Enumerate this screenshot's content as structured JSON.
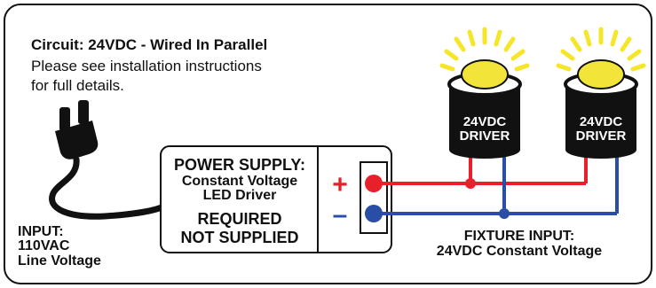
{
  "header": {
    "title": "Circuit: 24VDC - Wired In Parallel",
    "line1": "Please see installation instructions",
    "line2": "for full details."
  },
  "input": {
    "label": "INPUT:",
    "voltage": "110VAC",
    "type": "Line Voltage"
  },
  "power_supply": {
    "title": "POWER SUPPLY:",
    "line1": "Constant Voltage",
    "line2": "LED Driver",
    "req1": "REQUIRED",
    "req2": "NOT SUPPLIED"
  },
  "terminals": {
    "plus": "+",
    "minus": "–"
  },
  "drivers": [
    {
      "line1": "24VDC",
      "line2": "DRIVER"
    },
    {
      "line1": "24VDC",
      "line2": "DRIVER"
    }
  ],
  "fixture_input": {
    "label": "FIXTURE INPUT:",
    "spec": "24VDC Constant Voltage"
  },
  "colors": {
    "positive_wire": "#e8202a",
    "negative_wire": "#2a4ea6",
    "lamp_glow": "#f5e62a",
    "lamp_lens": "#f3e43a",
    "outline": "#111111"
  }
}
